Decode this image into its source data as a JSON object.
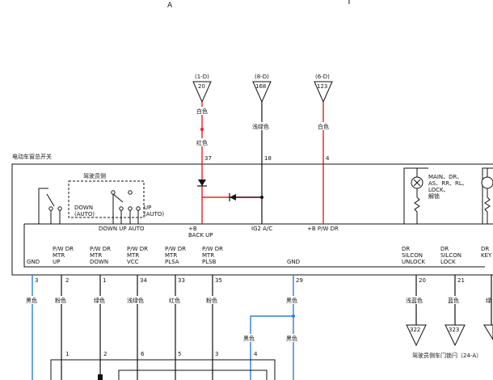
{
  "top_fragment": "A",
  "connectors": [
    {
      "id": "c20",
      "code": "(1-D)",
      "pin": "20",
      "wire_color_upper": "白色",
      "wire_color_lower": "红色",
      "pin_no": "37"
    },
    {
      "id": "c168",
      "code": "(8-D)",
      "pin": "168",
      "wire_color": "浅绿色",
      "pin_no": "18"
    },
    {
      "id": "c123",
      "code": "(6-D)",
      "pin": "123",
      "wire_color": "白色",
      "pin_no": "4"
    }
  ],
  "switch_title": "电动车窗总开关",
  "driver_side_label": "驾驶员侧",
  "down_auto": [
    "DOWN",
    "(AUTO)"
  ],
  "up_auto": [
    "UP",
    "(AUTO)"
  ],
  "down_auto_row": "DOWN  UP AUTO",
  "b_backup": [
    "+B",
    "BACK UP"
  ],
  "ig2": "IG2 A/C",
  "b_pw": "+B P/W DR",
  "lamp_label": [
    "MAIN、DR、",
    "AS、RR、RL、",
    "LOCK、",
    "解锁"
  ],
  "bottom_terms": [
    {
      "lines": [
        "GND"
      ],
      "pin": "3",
      "color": "黑色",
      "lower_pin": ""
    },
    {
      "lines": [
        "P/W DR",
        "MTR",
        "UP"
      ],
      "pin": "2",
      "color": "粉色",
      "lower_pin": "1"
    },
    {
      "lines": [
        "P/W DR",
        "MTR",
        "DOWN"
      ],
      "pin": "1",
      "color": "绿色",
      "lower_pin": "2"
    },
    {
      "lines": [
        "P/W DR",
        "MTR",
        "VCC"
      ],
      "pin": "34",
      "color": "浅绿色",
      "lower_pin": "6"
    },
    {
      "lines": [
        "P/W DR",
        "MTR",
        "PLSA"
      ],
      "pin": "33",
      "color": "红色",
      "lower_pin": "5"
    },
    {
      "lines": [
        "P/W DR",
        "MTR",
        "PLSB"
      ],
      "pin": "35",
      "color": "粉色",
      "lower_pin": "3"
    },
    {
      "lines": [
        "GND"
      ],
      "pin": "29",
      "color": "黑色",
      "lower_pin": "4"
    },
    {
      "lines": [
        "DR",
        "SILCON",
        "UNLOCK"
      ],
      "pin": "20",
      "color": "浅蓝色",
      "lower_pin": ""
    },
    {
      "lines": [
        "DR",
        "SILCON",
        "LOCK"
      ],
      "pin": "21",
      "color": "蓝色",
      "lower_pin": ""
    },
    {
      "lines": [
        "DR",
        "KEY"
      ],
      "pin": "",
      "color": "",
      "lower_pin": ""
    }
  ],
  "gnd_branch_colors": [
    "黑色",
    "黑色"
  ],
  "bottom_connectors": [
    "322",
    "323"
  ],
  "door_lock_label": "驾驶员侧车门锁闩（24-A）",
  "colors": {
    "red": "#e8202a",
    "blue": "#2f7fd8",
    "black": "#111111"
  }
}
